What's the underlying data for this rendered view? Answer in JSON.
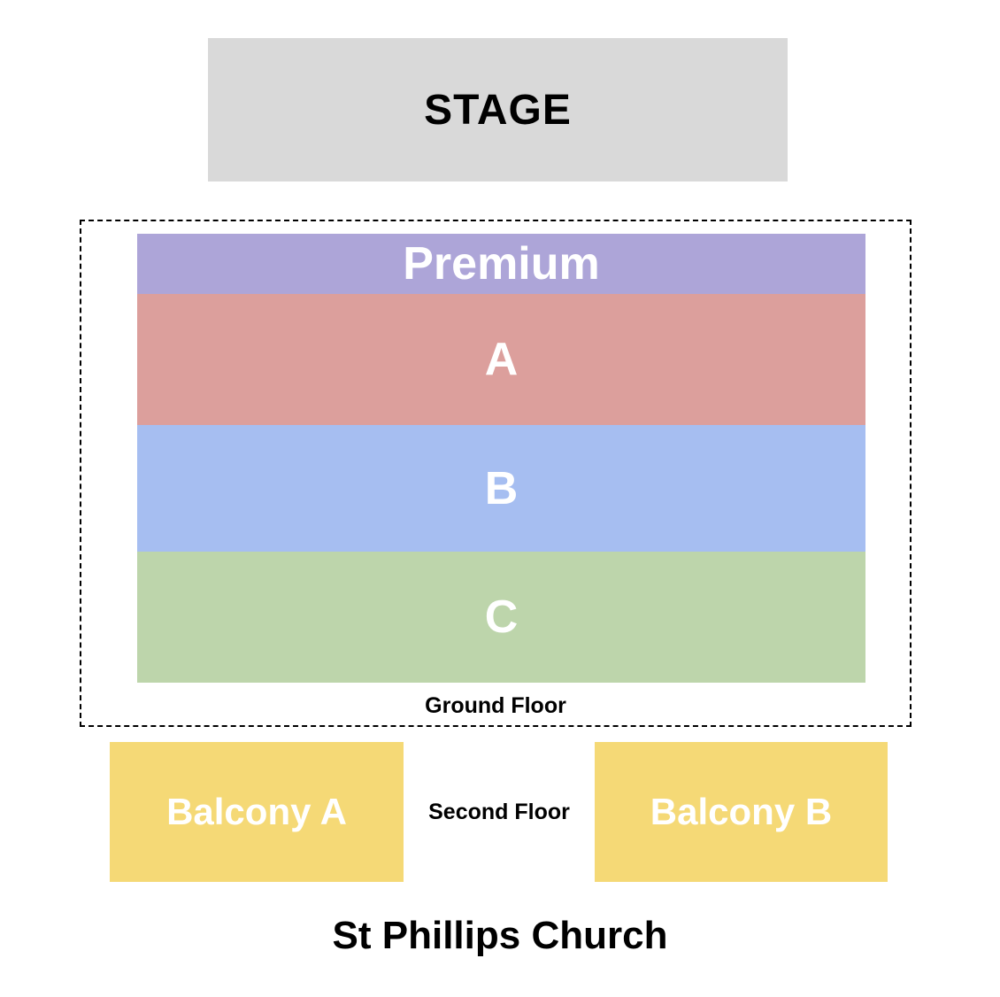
{
  "venue": {
    "name": "St Phillips Church"
  },
  "stage": {
    "label": "STAGE",
    "color": "#d9d9d9"
  },
  "floors": [
    {
      "caption": "Ground Floor",
      "sections": [
        {
          "label": "Premium",
          "color": "#ada5d8"
        },
        {
          "label": "A",
          "color": "#dc9f9c"
        },
        {
          "label": "B",
          "color": "#a6bef1"
        },
        {
          "label": "C",
          "color": "#bdd5ab"
        }
      ]
    },
    {
      "caption": "Second Floor",
      "sections": [
        {
          "label": "Balcony A",
          "color": "#f5d976"
        },
        {
          "label": "Balcony B",
          "color": "#f5d976"
        }
      ]
    }
  ],
  "colors": {
    "stage": "#d9d9d9",
    "premium": "#ada5d8",
    "section_a": "#dc9f9c",
    "section_b": "#a6bef1",
    "section_c": "#bdd5ab",
    "balcony": "#f5d976",
    "section_label_text": "#ffffff",
    "caption_text": "#000000",
    "outline": "#000000",
    "background": "#ffffff"
  }
}
